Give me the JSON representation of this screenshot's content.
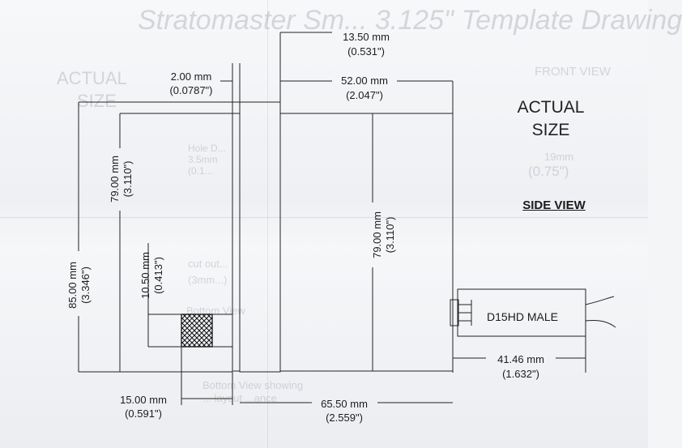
{
  "ghost_text": {
    "title": "Stratomaster Sm... 3.125\" Template Drawing",
    "actual_size_1": "ACTUAL",
    "actual_size_2": "SIZE",
    "front_view": "FRONT VIEW",
    "hole_1": "Hole D...",
    "hole_2": "3.5mm",
    "hole_3": "(0.1...",
    "mm_19": "19mm",
    "in_075": "(0.75\")",
    "cut_1": "cut out...",
    "cut_2": "(3mm...)",
    "bottom_1": "Bottom View",
    "bottom_2": "Bottom View showing",
    "bottom_3": "... layout ...ance"
  },
  "labels": {
    "actual": "ACTUAL",
    "size": "SIZE",
    "side_view": "SIDE VIEW",
    "connector": "D15HD MALE"
  },
  "dimensions": {
    "d_13_50": {
      "mm": "13.50 mm",
      "in": "(0.531\")"
    },
    "d_2_00": {
      "mm": "2.00 mm",
      "in": "(0.0787\")"
    },
    "d_52_00": {
      "mm": "52.00 mm",
      "in": "(2.047\")"
    },
    "d_79_left": {
      "mm": "79.00 mm",
      "in": "(3.110\")"
    },
    "d_79_center": {
      "mm": "79.00 mm",
      "in": "(3.110\")"
    },
    "d_85_00": {
      "mm": "85.00 mm",
      "in": "(3.346\")"
    },
    "d_10_50": {
      "mm": "10.50 mm",
      "in": "(0.413\")"
    },
    "d_15_00": {
      "mm": "15.00 mm",
      "in": "(0.591\")"
    },
    "d_65_50": {
      "mm": "65.50 mm",
      "in": "(2.559\")"
    },
    "d_41_46": {
      "mm": "41.46 mm",
      "in": "(1.632\")"
    }
  }
}
